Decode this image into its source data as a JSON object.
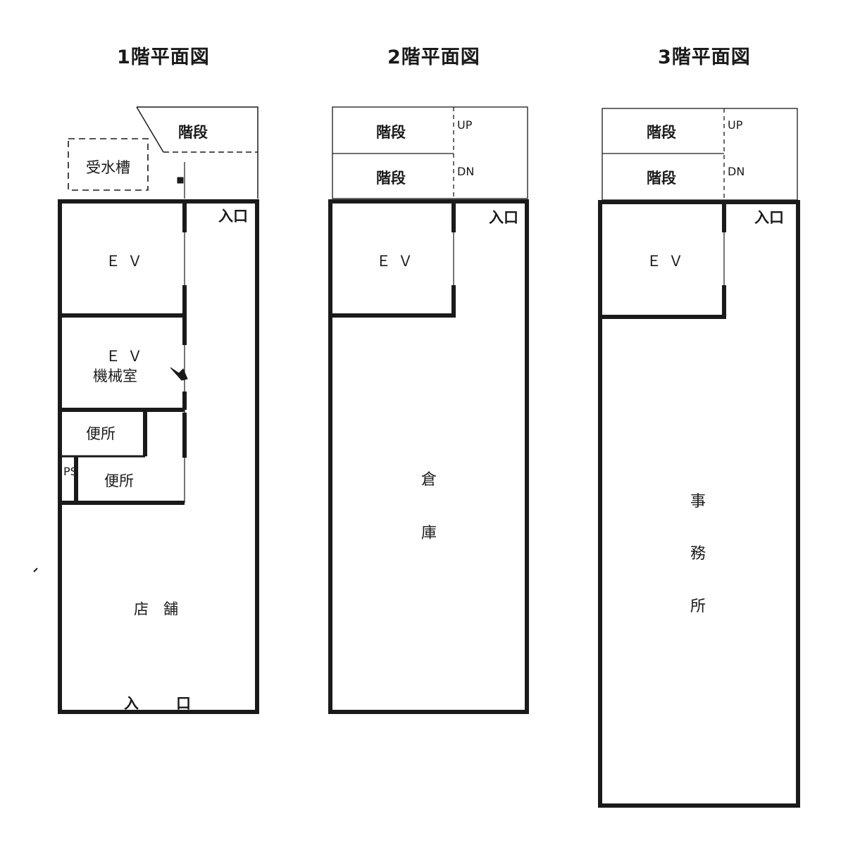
{
  "floors": [
    {
      "title": "1階平面図",
      "rooms": {
        "stairs": "階段",
        "water_tank": "受水槽",
        "ev": "ＥＶ",
        "ev_machine_1": "ＥＶ",
        "ev_machine_2": "機械室",
        "toilet_1": "便所",
        "toilet_2": "便所",
        "ps": "PS",
        "shop": "店　舗",
        "entrance_side": "入口",
        "entrance_front_1": "入",
        "entrance_front_2": "口"
      }
    },
    {
      "title": "2階平面図",
      "rooms": {
        "stairs_up": "階段",
        "up": "UP",
        "stairs_dn": "階段",
        "dn": "DN",
        "ev": "ＥＶ",
        "entrance": "入口",
        "warehouse_1": "倉",
        "warehouse_2": "庫"
      }
    },
    {
      "title": "3階平面図",
      "rooms": {
        "stairs_up": "階段",
        "up": "UP",
        "stairs_dn": "階段",
        "dn": "DN",
        "ev": "ＥＶ",
        "entrance": "入口",
        "office_1": "事",
        "office_2": "務",
        "office_3": "所"
      }
    }
  ]
}
